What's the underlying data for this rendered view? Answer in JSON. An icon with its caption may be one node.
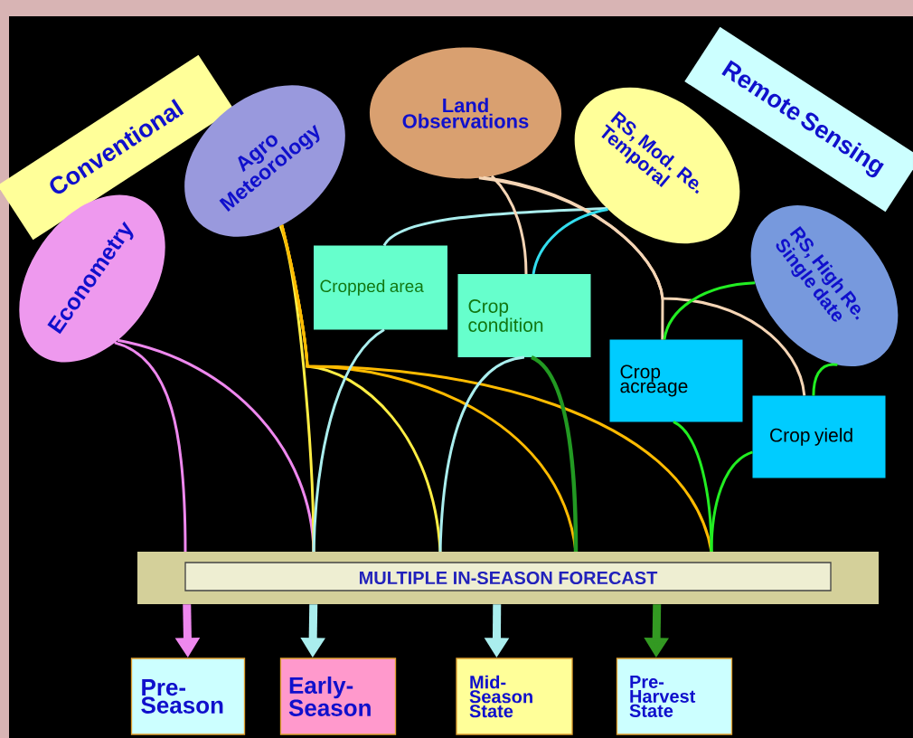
{
  "diagram": {
    "nodes": [
      {
        "text": [
          "Conventional"
        ]
      },
      {
        "text": [
          "Remote Sensing"
        ]
      },
      {
        "text": [
          "Econometry"
        ]
      },
      {
        "text": [
          "Agro Meteorology"
        ]
      },
      {
        "text": [
          "Land Observations"
        ]
      },
      {
        "text": [
          "RS, Mod. Re. Temporal"
        ]
      },
      {
        "text": [
          "RS, High Re. Single date"
        ]
      },
      {
        "text": [
          "Cropped area"
        ]
      },
      {
        "text": [
          "Crop condition"
        ]
      },
      {
        "text": [
          "Crop acreage"
        ]
      },
      {
        "text": [
          "Crop yield"
        ]
      },
      {
        "text": [
          "MULTIPLE IN-SEASON FORECAST"
        ]
      },
      {
        "text": [
          "Pre-Season"
        ]
      },
      {
        "text": [
          "Early-Season"
        ]
      },
      {
        "text": [
          "Mid-Season State"
        ]
      },
      {
        "text": [
          "Pre-Harvest State"
        ]
      }
    ],
    "edges": [
      {
        "from": 2,
        "to": 11,
        "arrow": "none",
        "color": "#ee88ee"
      },
      {
        "from": 2,
        "to": 11,
        "arrow": "none",
        "color": "#ee88ee"
      },
      {
        "from": 3,
        "to": 11,
        "arrow": "none",
        "color": "#ffee44"
      },
      {
        "from": 3,
        "to": 11,
        "arrow": "none",
        "color": "#ffee44"
      },
      {
        "from": 3,
        "to": 11,
        "arrow": "none",
        "color": "#ffbb00"
      },
      {
        "from": 3,
        "to": 11,
        "arrow": "none",
        "color": "#ffbb00"
      },
      {
        "from": 7,
        "to": 11,
        "arrow": "none",
        "color": "#aaeeee"
      },
      {
        "from": 8,
        "to": 11,
        "arrow": "none",
        "color": "#aaeeee"
      },
      {
        "from": 8,
        "to": 11,
        "arrow": "none",
        "color": "#229922"
      },
      {
        "from": 9,
        "to": 11,
        "arrow": "none",
        "color": "#22ee22"
      },
      {
        "from": 10,
        "to": 11,
        "arrow": "none",
        "color": "#22ee22"
      },
      {
        "from": 5,
        "to": 7,
        "arrow": "none",
        "color": "#aaeeee"
      },
      {
        "from": 4,
        "to": 8,
        "arrow": "none",
        "color": "#f5d5b5"
      },
      {
        "from": 4,
        "to": 9,
        "arrow": "none",
        "color": "#f5d5b5"
      },
      {
        "from": 4,
        "to": 10,
        "arrow": "none",
        "color": "#f5d5b5"
      },
      {
        "from": 5,
        "to": 8,
        "arrow": "none",
        "color": "#33ddee"
      },
      {
        "from": 6,
        "to": 9,
        "arrow": "none",
        "color": "#22ee22"
      },
      {
        "from": 6,
        "to": 10,
        "arrow": "none",
        "color": "#22ee22"
      },
      {
        "from": 11,
        "to": 12,
        "arrow": "to",
        "style": "thick",
        "color": "#ee88ee"
      },
      {
        "from": 11,
        "to": 13,
        "arrow": "to",
        "style": "thick",
        "color": "#aaeeee"
      },
      {
        "from": 11,
        "to": 14,
        "arrow": "to",
        "style": "thick",
        "color": "#aaeeee"
      },
      {
        "from": 11,
        "to": 15,
        "arrow": "to",
        "style": "thick",
        "color": "#339922"
      }
    ]
  }
}
